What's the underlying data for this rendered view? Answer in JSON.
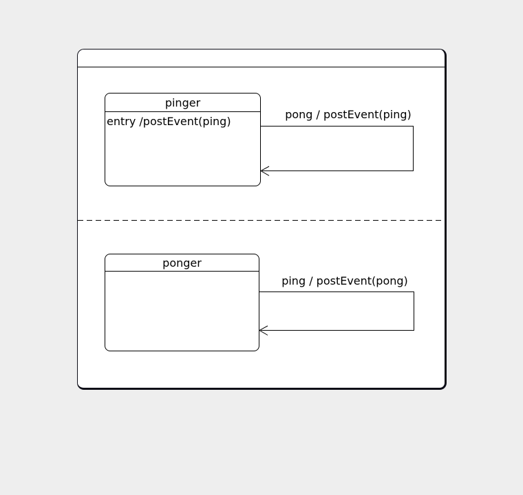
{
  "diagram": {
    "type": "uml-statechart",
    "machine": {
      "title": "",
      "regions": [
        {
          "state": {
            "name": "pinger",
            "internal_behavior": "entry /postEvent(ping)"
          },
          "self_transition": {
            "label": "pong / postEvent(ping)"
          }
        },
        {
          "state": {
            "name": "ponger",
            "internal_behavior": ""
          },
          "self_transition": {
            "label": "ping / postEvent(pong)"
          }
        }
      ]
    }
  },
  "colors": {
    "canvas_background": "#eeeeee",
    "diagram_background": "#ffffff",
    "line_color": "#000000",
    "shadow_border": "#0d0d17"
  }
}
